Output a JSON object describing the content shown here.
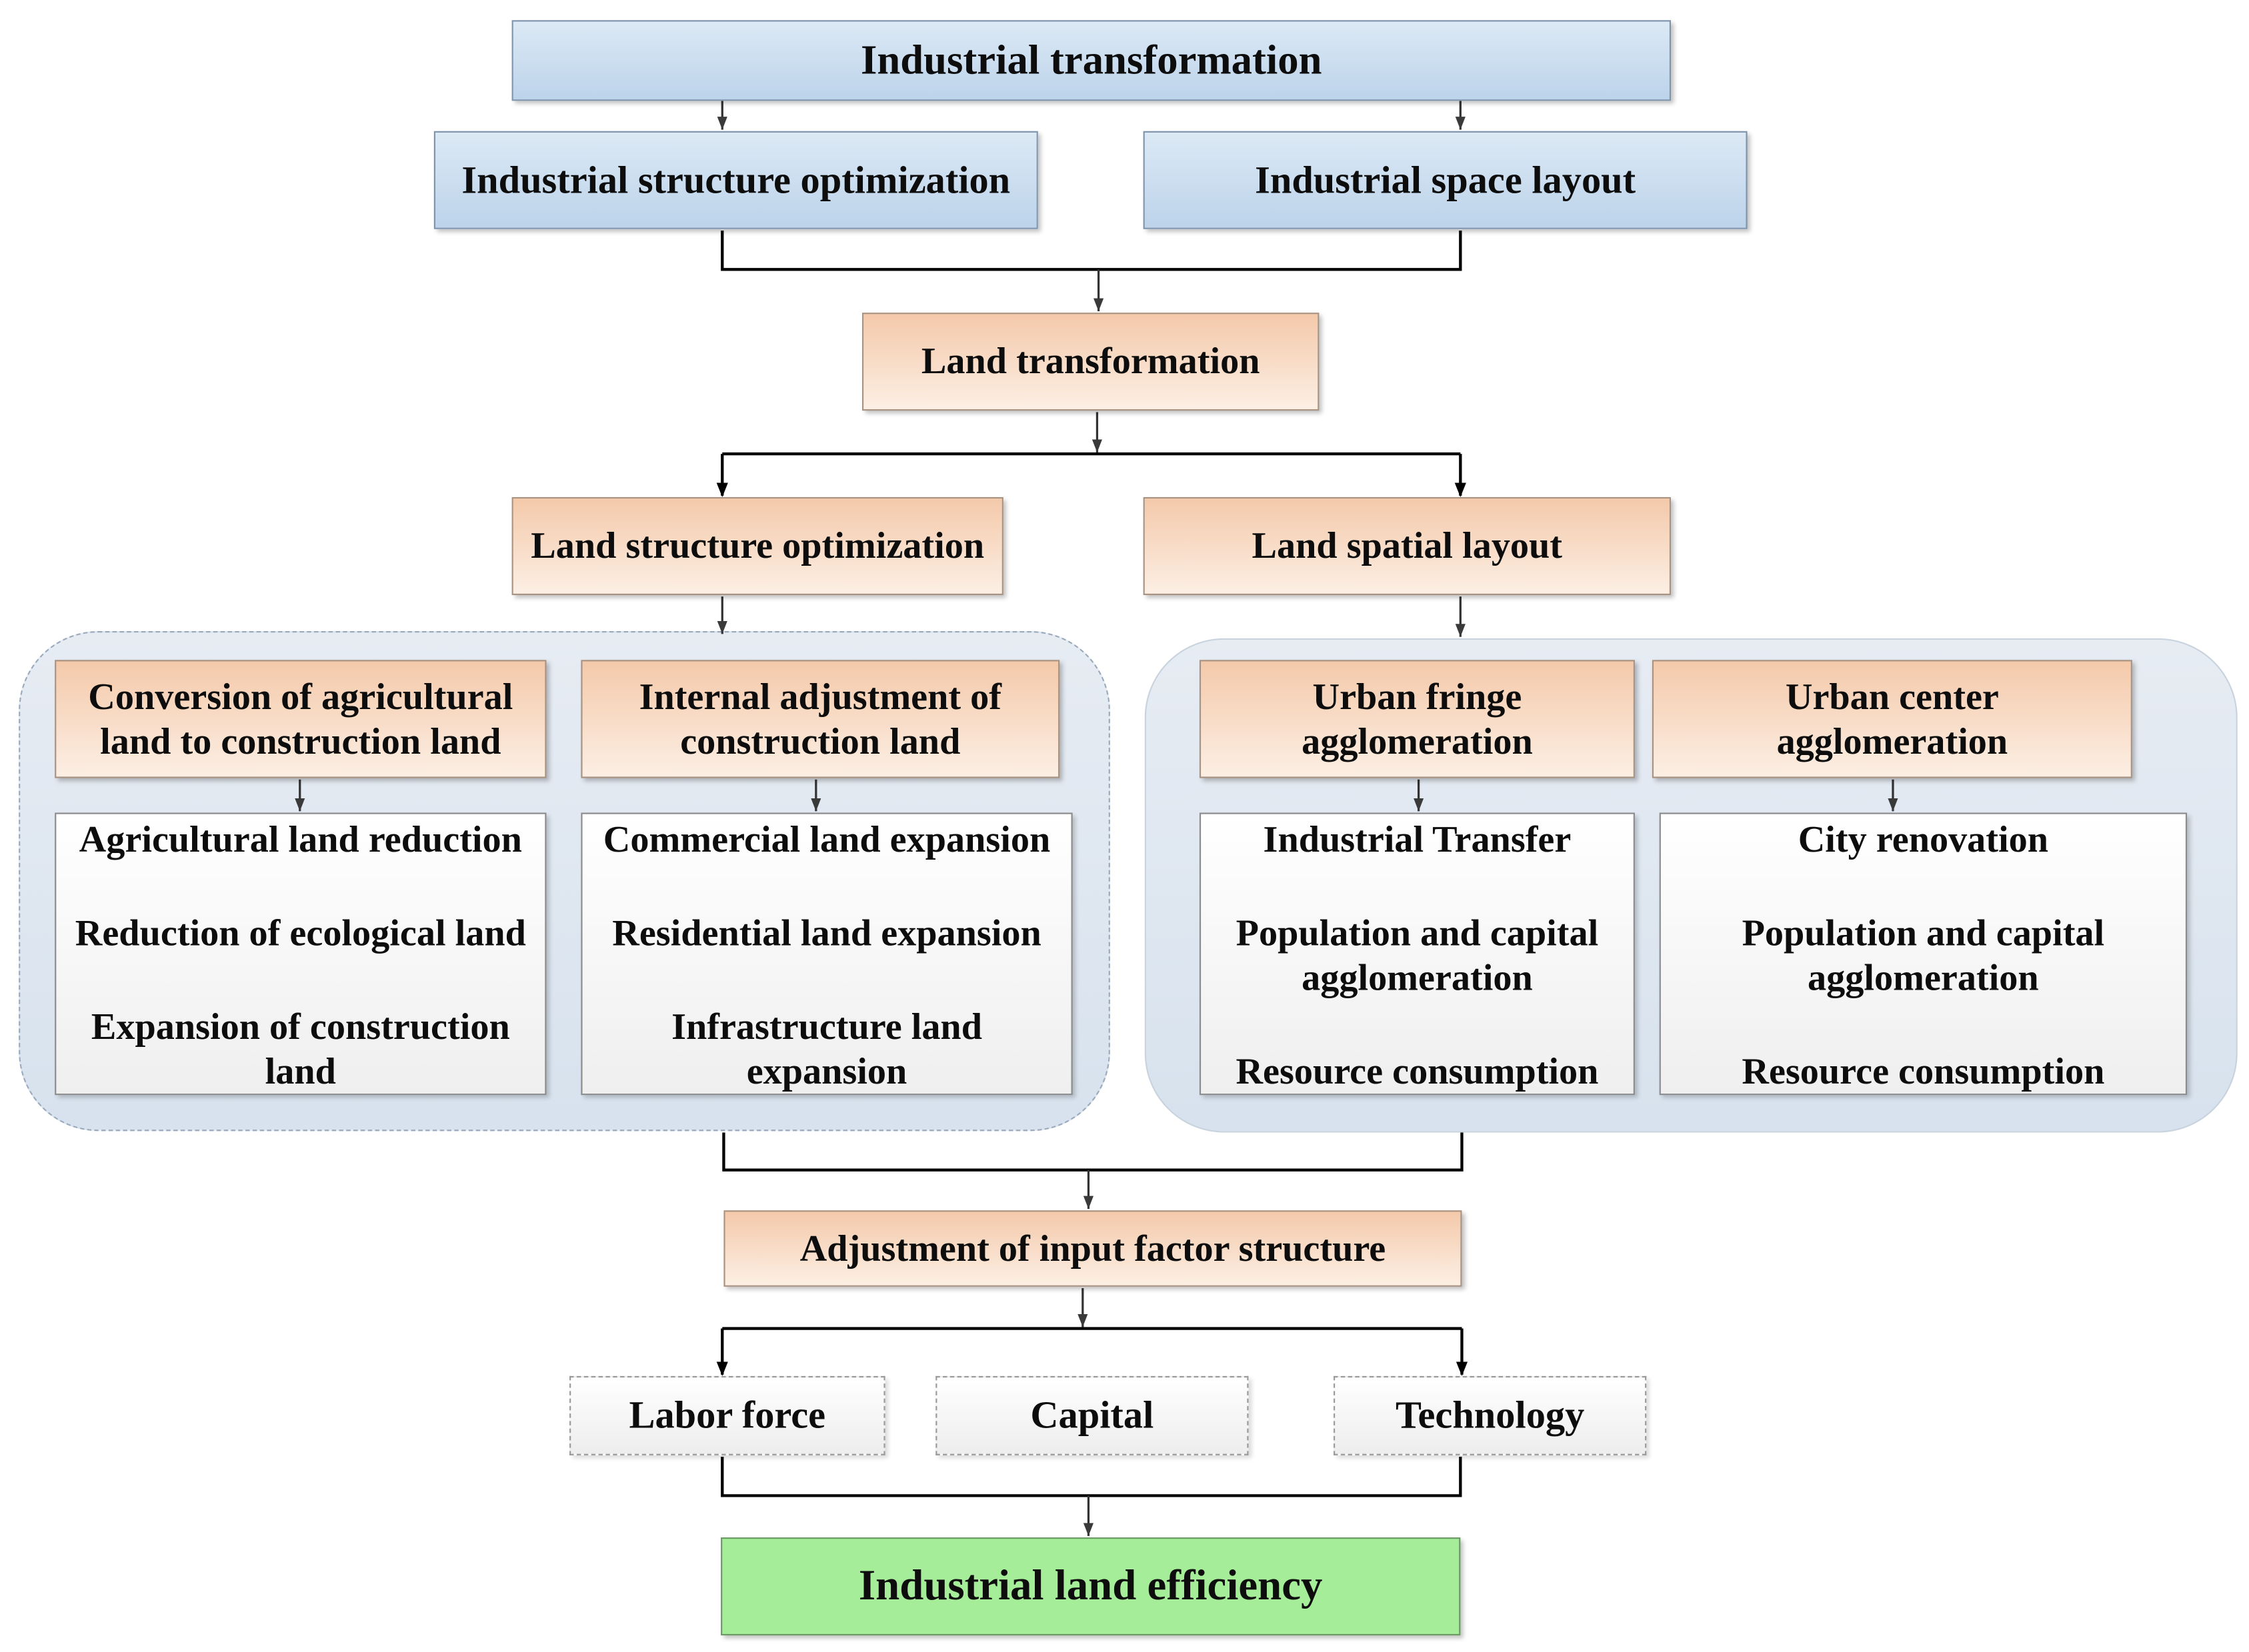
{
  "nodes": {
    "industrial_transformation": "Industrial transformation",
    "industrial_structure_optimization": "Industrial structure optimization",
    "industrial_space_layout": "Industrial space layout",
    "land_transformation": "Land transformation",
    "land_structure_optimization": "Land structure optimization",
    "land_spatial_layout": "Land spatial layout",
    "conversion_agricultural": "Conversion of agricultural land to construction land",
    "internal_adjustment": "Internal adjustment of construction land",
    "urban_fringe": "Urban fringe agglomeration",
    "urban_center": "Urban center agglomeration",
    "adjustment_input_factor": "Adjustment of input factor structure",
    "labor_force": "Labor force",
    "capital": "Capital",
    "technology": "Technology",
    "industrial_land_efficiency": "Industrial land efficiency"
  },
  "details": {
    "agricultural": [
      "Agricultural land reduction",
      "Reduction of ecological land",
      "Expansion of construction land"
    ],
    "internal": [
      "Commercial land expansion",
      "Residential land expansion",
      "Infrastructure land expansion"
    ],
    "fringe": [
      "Industrial Transfer",
      "Population and capital agglomeration",
      "Resource consumption"
    ],
    "center": [
      "City renovation",
      "Population and capital agglomeration",
      "Resource consumption"
    ]
  },
  "colors": {
    "industrial": "#c9dcef",
    "land": "#f7d9c2",
    "group": "#dde6f0",
    "outcome": "#a6ed9a",
    "line": "#000000"
  }
}
